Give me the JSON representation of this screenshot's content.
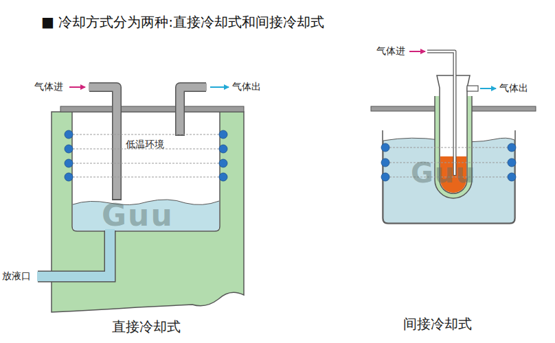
{
  "diagram": {
    "title": "■ 冷却方式分为两种:直接冷却式和间接冷却式",
    "labels": [
      "气体进",
      "气体出",
      "低温环境",
      "放液口",
      "直接冷却式",
      "气体进",
      "气体出",
      "间接冷却式",
      "Guu",
      "Guu"
    ]
  }
}
